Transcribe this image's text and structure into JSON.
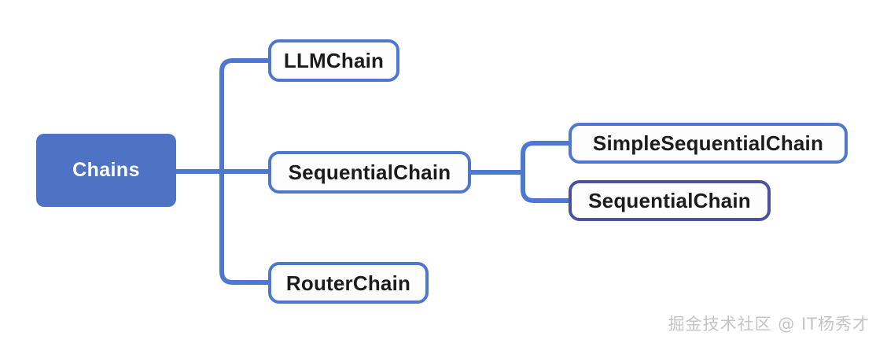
{
  "diagram": {
    "title": "Chains",
    "background_color": "#ffffff",
    "root": {
      "label": "Chains",
      "fill_color": "#4E73C5",
      "text_color": "#ffffff"
    },
    "connector_color": "#4E78CF",
    "node_border_color": "#4E78CF",
    "node_border_color_alt": "#4A52A0",
    "node_text_color": "#1c1c1c",
    "level1": [
      {
        "label": "LLMChain"
      },
      {
        "label": "SequentialChain"
      },
      {
        "label": "RouterChain"
      }
    ],
    "level2": [
      {
        "label": "SimpleSequentialChain"
      },
      {
        "label": "SequentialChain"
      }
    ]
  },
  "watermark": {
    "text": "掘金技术社区 @ IT杨秀才",
    "color": "#c4c4c4"
  }
}
